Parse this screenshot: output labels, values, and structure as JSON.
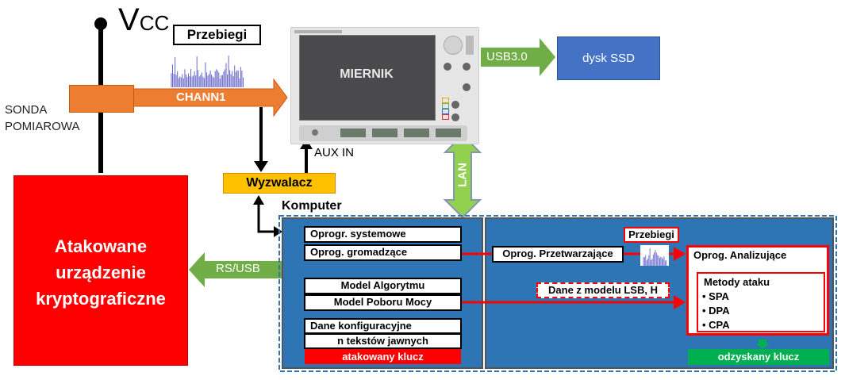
{
  "vcc": {
    "label_main": "V",
    "label_sub": "CC"
  },
  "probe": {
    "label_line1": "SONDA",
    "label_line2": "POMIAROWA"
  },
  "waveforms_top": {
    "label": "Przebiegi"
  },
  "chann1": {
    "label": "CHANN1"
  },
  "meter": {
    "label": "MIERNIK",
    "aux_in_label": "AUX IN"
  },
  "usb3": {
    "label": "USB3.0"
  },
  "ssd": {
    "label": "dysk SSD"
  },
  "lan": {
    "label": "LAN"
  },
  "trigger": {
    "label": "Wyzwalacz"
  },
  "computer": {
    "label": "Komputer"
  },
  "device": {
    "line1": "Atakowane",
    "line2": "urządzenie",
    "line3": "kryptograficzne"
  },
  "rs_usb": {
    "label": "RS/USB"
  },
  "left_panel": {
    "system_sw": "Oprogr. systemowe",
    "collect_sw": "Oprog. gromadzące",
    "algo_model": "Model Algorytmu",
    "power_model": "Model Poboru Mocy",
    "config_data": "Dane konfiguracyjne",
    "plaintexts": "n tekstów jawnych",
    "attacked_key": "atakowany klucz"
  },
  "right_panel": {
    "processing_sw": "Oprog. Przetwarzające",
    "waveforms_label": "Przebiegi",
    "model_data": "Dane z modelu LSB, H",
    "analysis_sw": "Oprog. Analizujące",
    "methods_title": "Metody ataku",
    "methods": [
      "SPA",
      "DPA",
      "CPA"
    ],
    "recovered_key": "odzyskany klucz"
  },
  "colors": {
    "orange": "#ED7D31",
    "red": "#FF0000",
    "blue_panel": "#2E75B6",
    "ssd_blue": "#4472C4",
    "green_arrow": "#70AD47",
    "lan_green": "#92D050",
    "trigger_yellow": "#FFC000",
    "key_green": "#00B050"
  }
}
